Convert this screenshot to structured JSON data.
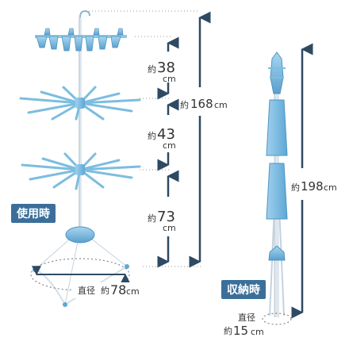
{
  "labels": {
    "use_state": "使用時",
    "storage_state": "収納時"
  },
  "dimensions": {
    "tier1_gap": {
      "prefix": "約",
      "value": "38",
      "unit": "cm"
    },
    "tier2_gap": {
      "prefix": "約",
      "value": "43",
      "unit": "cm"
    },
    "base_height": {
      "prefix": "約",
      "value": "73",
      "unit": "cm"
    },
    "total_height": {
      "prefix": "約",
      "value": "168",
      "unit": "cm"
    },
    "base_diameter": {
      "label": "直径",
      "prefix": "約",
      "value": "78",
      "unit": "cm"
    },
    "stored_height": {
      "prefix": "約",
      "value": "198",
      "unit": "cm"
    },
    "stored_diameter": {
      "label": "直径",
      "prefix": "約",
      "value": "15",
      "unit": "cm"
    }
  },
  "colors": {
    "accent": "#78b9de",
    "accent_dark": "#4a90bf",
    "badge": "#3b6f9a",
    "arrow": "#2e4a63",
    "pole": "#e6eef4"
  }
}
